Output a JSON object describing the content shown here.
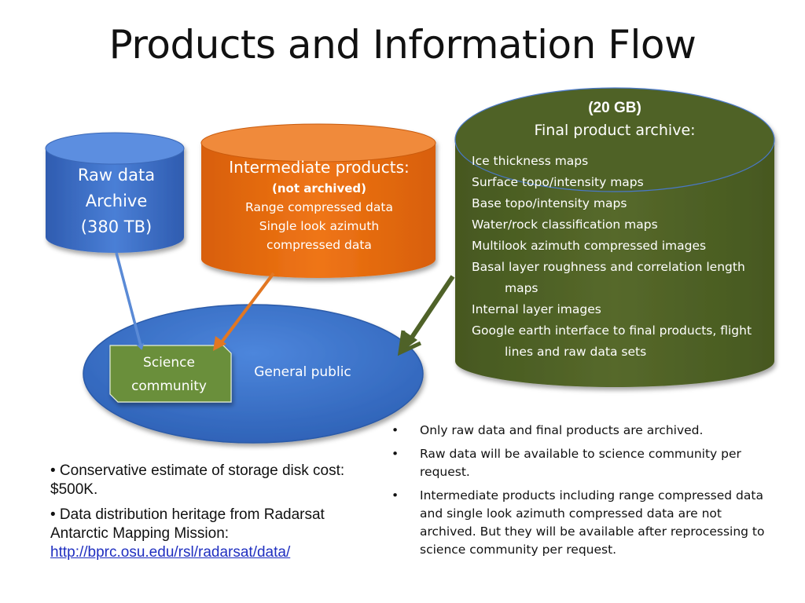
{
  "slide": {
    "title": "Products and Information Flow"
  },
  "raw_archive": {
    "line1": "Raw data",
    "line2": "Archive",
    "line3": "(380 TB)"
  },
  "intermediate": {
    "heading": "Intermediate products:",
    "note": "(not archived)",
    "item1": "Range compressed data",
    "item2": "Single look azimuth",
    "item3": "compressed data"
  },
  "final_archive": {
    "size": "(20 GB)",
    "heading": "Final product archive:",
    "items": [
      "Ice thickness maps",
      "Surface topo/intensity maps",
      "Base topo/intensity maps",
      "Water/rock classification maps",
      "Multilook azimuth compressed images",
      "Basal layer roughness and correlation length maps",
      "Internal layer images",
      "Google earth interface to final products, flight lines and raw data sets"
    ]
  },
  "users": {
    "science_line1": "Science",
    "science_line2": "community",
    "public": "General public"
  },
  "left_notes": {
    "note1": "• Conservative estimate of storage disk cost: $500K.",
    "note2": "• Data distribution heritage from Radarsat Antarctic Mapping Mission:",
    "link": "http://bprc.osu.edu/rsl/radarsat/data/"
  },
  "right_notes": [
    "Only raw data and final products are archived.",
    "Raw data will be available to science community per request.",
    "Intermediate products including range compressed data and single look azimuth compressed data are not archived. But they will be available after reprocessing to science community per request."
  ],
  "colors": {
    "raw_archive": "#3d6fc4",
    "intermediate": "#e2680c",
    "final_archive": "#4f6228",
    "public_ellipse": "#3a74cc",
    "science_box": "#6a8f3a",
    "arrow_raw": "#5a8ad6",
    "arrow_intermediate": "#e27722",
    "arrow_final": "#4f6228"
  }
}
